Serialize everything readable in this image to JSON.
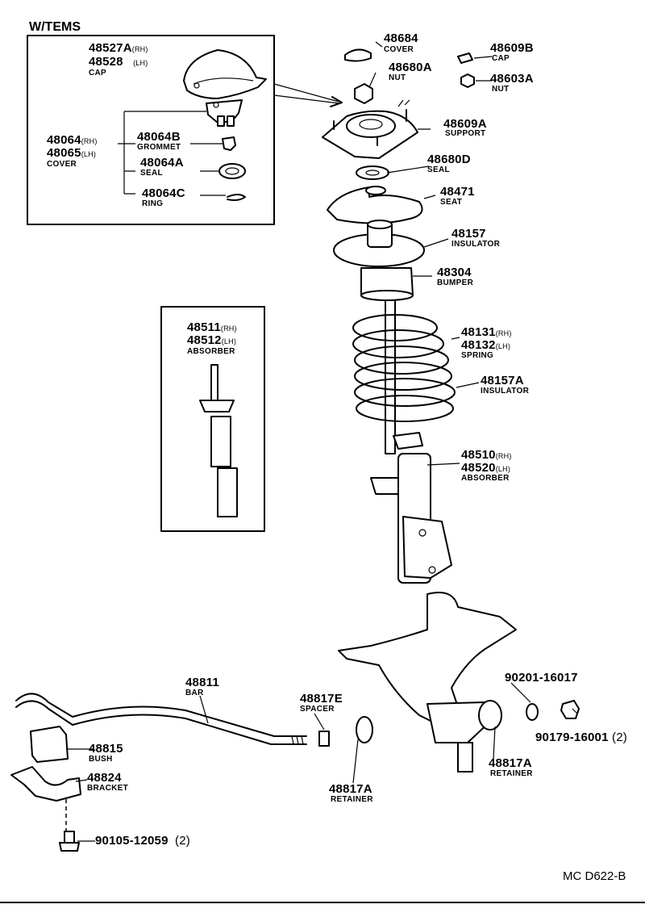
{
  "header": {
    "variant": "W/TEMS"
  },
  "footer": {
    "code": "MC D622-B"
  },
  "parts": {
    "cap_tems": {
      "pn1": "48527A",
      "s1": "(RH)",
      "pn2": "48528",
      "s2": "(LH)",
      "name": "CAP"
    },
    "cover_tems": {
      "pn1": "48064",
      "s1": "(RH)",
      "pn2": "48065",
      "s2": "(LH)",
      "name": "COVER"
    },
    "grommet": {
      "pn": "48064B",
      "name": "GROMMET"
    },
    "seal_tems": {
      "pn": "48064A",
      "name": "SEAL"
    },
    "ring": {
      "pn": "48064C",
      "name": "RING"
    },
    "cover": {
      "pn": "48684",
      "name": "COVER"
    },
    "nut_a": {
      "pn": "48680A",
      "name": "NUT"
    },
    "cap": {
      "pn": "48609B",
      "name": "CAP"
    },
    "nut_b": {
      "pn": "48603A",
      "name": "NUT"
    },
    "support": {
      "pn": "48609A",
      "name": "SUPPORT"
    },
    "seal": {
      "pn": "48680D",
      "name": "SEAL"
    },
    "seat": {
      "pn": "48471",
      "name": "SEAT"
    },
    "insulator_up": {
      "pn": "48157",
      "name": "INSULATOR"
    },
    "bumper": {
      "pn": "48304",
      "name": "BUMPER"
    },
    "absorber_cart": {
      "pn1": "48511",
      "s1": "(RH)",
      "pn2": "48512",
      "s2": "(LH)",
      "name": "ABSORBER"
    },
    "spring": {
      "pn1": "48131",
      "s1": "(RH)",
      "pn2": "48132",
      "s2": "(LH)",
      "name": "SPRING"
    },
    "insulator_lo": {
      "pn": "48157A",
      "name": "INSULATOR"
    },
    "absorber": {
      "pn1": "48510",
      "s1": "(RH)",
      "pn2": "48520",
      "s2": "(LH)",
      "name": "ABSORBER"
    },
    "washer_a": {
      "pn": "90201-16017"
    },
    "nut_c": {
      "pn": "90179-16001",
      "qty": "(2)"
    },
    "bar": {
      "pn": "48811",
      "name": "BAR"
    },
    "spacer": {
      "pn": "48817E",
      "name": "SPACER"
    },
    "bush": {
      "pn": "48815",
      "name": "BUSH"
    },
    "bracket": {
      "pn": "48824",
      "name": "BRACKET"
    },
    "retainer_l": {
      "pn": "48817A",
      "name": "RETAINER"
    },
    "retainer_r": {
      "pn": "48817A",
      "name": "RETAINER"
    },
    "bolt": {
      "pn": "90105-12059",
      "qty": "(2)"
    }
  }
}
